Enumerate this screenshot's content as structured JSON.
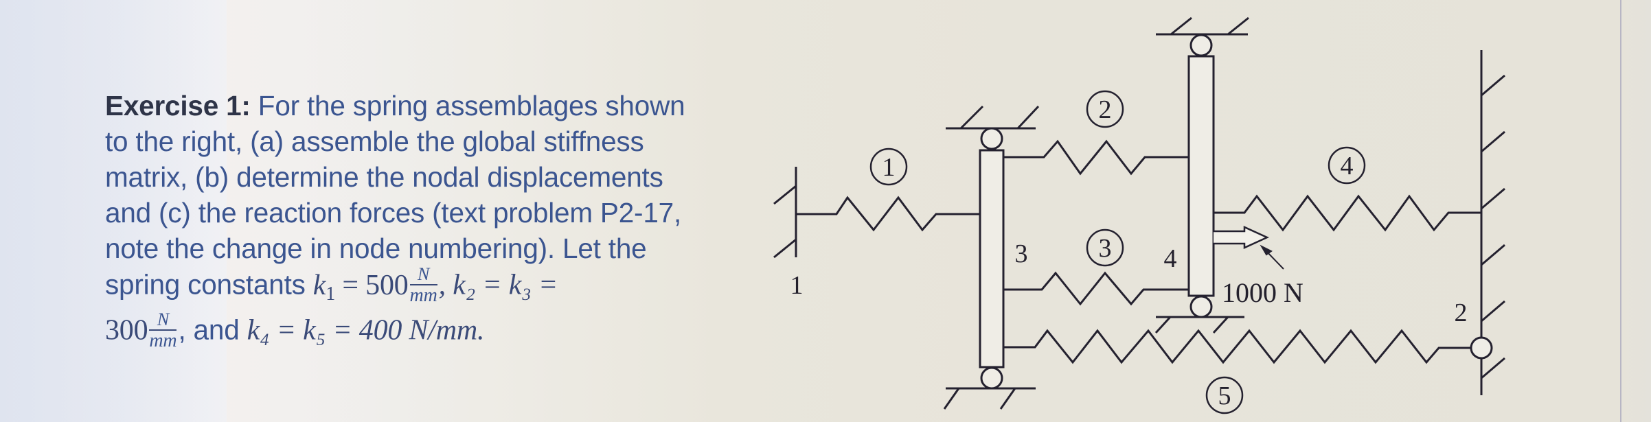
{
  "problem": {
    "title": "Exercise 1:",
    "lines": [
      "For the spring assemblages shown",
      "to the right, (a) assemble the global stiffness",
      "matrix, (b) determine the nodal displacements",
      "and (c) the reaction forces (text problem P2-17,",
      "note the change in node numbering). Let the",
      "spring constants"
    ],
    "k1_expr": "k",
    "k1_sub": "1",
    "k1_value": "= 500",
    "unit_num": "N",
    "unit_den": "mm",
    "k2_k3_expr": ", k₂ = k₃ =",
    "k23_value": "300",
    "and_text": ", and",
    "k45_expr": "k₄ = k₅ = 400 N/mm."
  },
  "diagram": {
    "node_labels": [
      "1",
      "2",
      "3",
      "4"
    ],
    "element_labels": [
      "1",
      "2",
      "3",
      "4",
      "5"
    ],
    "force_label": "1000 N",
    "line_color": "#24212f"
  }
}
